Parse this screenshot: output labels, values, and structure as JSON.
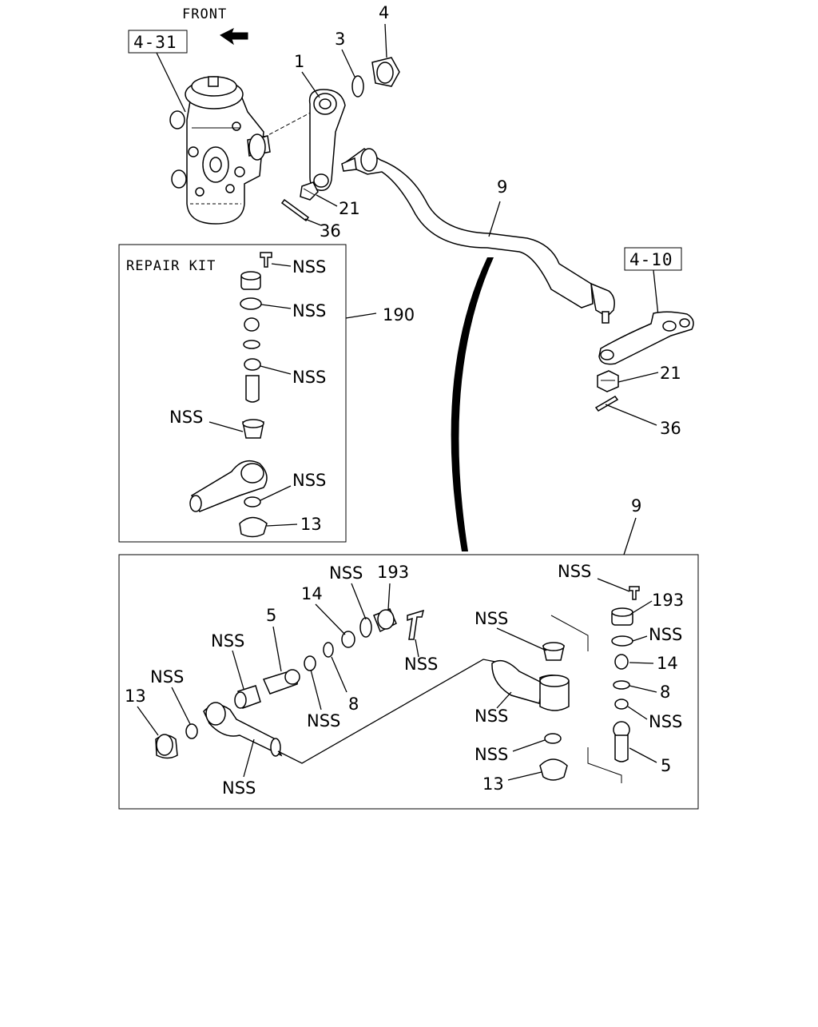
{
  "diagram": {
    "orientation_label": "FRONT",
    "refs": {
      "gearbox": "4-31",
      "arm": "4-10"
    },
    "repair_kit_title": "REPAIR KIT",
    "callouts": {
      "pitman_arm": "1",
      "washer": "3",
      "nut_top": "4",
      "tie_rod": "9",
      "tie_rod_lower": "9",
      "castle_nut_left": "21",
      "cotter_pin_left": "36",
      "castle_nut_right": "21",
      "cotter_pin_right": "36",
      "repair_kit_ref": "190",
      "kit_plug": "NSS",
      "kit_oring": "NSS",
      "kit_seat": "NSS",
      "kit_cup": "NSS",
      "kit_seal": "NSS",
      "kit_boot": "13",
      "exp_nss_a": "NSS",
      "exp_193_a": "193",
      "exp_14_a": "14",
      "exp_5_a": "5",
      "exp_nss_b": "NSS",
      "exp_13_a": "13",
      "exp_nss_c": "NSS",
      "exp_nss_d": "NSS",
      "exp_8_a": "8",
      "exp_nss_e": "NSS",
      "exp_nss_f": "NSS",
      "exp_nss_g": "NSS",
      "exp_nss_h": "NSS",
      "exp_nss_i": "NSS",
      "exp_13_b": "13",
      "exp_nss_j": "NSS",
      "exp_193_b": "193",
      "exp_nss_k": "NSS",
      "exp_14_b": "14",
      "exp_8_b": "8",
      "exp_nss_l": "NSS",
      "exp_5_b": "5"
    }
  }
}
